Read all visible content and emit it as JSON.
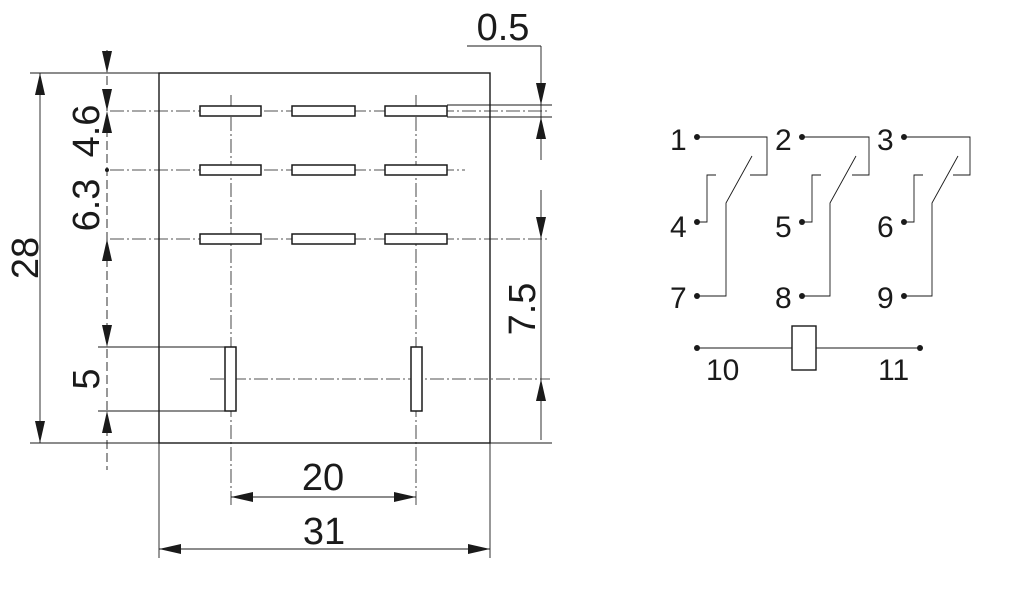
{
  "dimensions": {
    "top_gap": "0.5",
    "row_spacing_1": "4.6",
    "row_spacing_2": "6.3",
    "height": "28",
    "coil_pin_length": "5",
    "pin_to_coil": "7.5",
    "coil_pin_spacing": "20",
    "width": "31"
  },
  "schematic": {
    "contacts": [
      {
        "common": "1",
        "nc": "4",
        "no": "7"
      },
      {
        "common": "2",
        "nc": "5",
        "no": "8"
      },
      {
        "common": "3",
        "nc": "6",
        "no": "9"
      }
    ],
    "coil": {
      "left": "10",
      "right": "11"
    }
  }
}
